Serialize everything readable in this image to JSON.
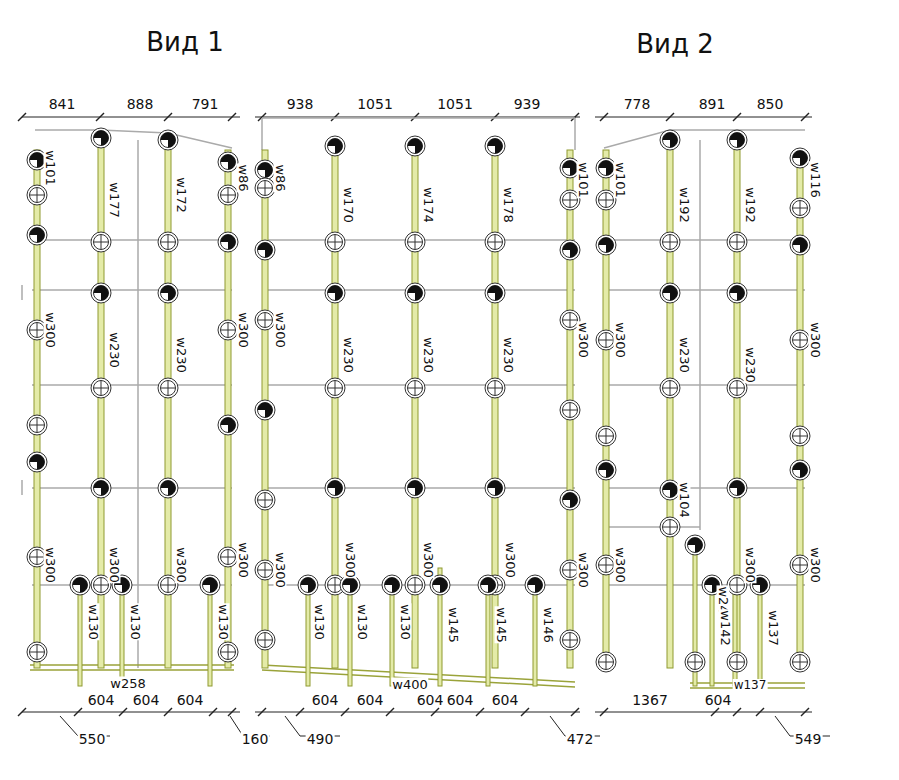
{
  "diagram": {
    "labels": [
      "Вид 1",
      "Вид 2",
      "841",
      "888",
      "791",
      "938",
      "1051",
      "1051",
      "939",
      "778",
      "891",
      "850",
      "w101",
      "w300",
      "w300",
      "w177",
      "w230",
      "w300",
      "w172",
      "w230",
      "w300",
      "w86",
      "w300",
      "w300",
      "w130",
      "w130",
      "w130",
      "w86",
      "w300",
      "w300",
      "w170",
      "w230",
      "w300",
      "w174",
      "w230",
      "w300",
      "w178",
      "w230",
      "w300",
      "w101",
      "w300",
      "w300",
      "w130",
      "w130",
      "w130",
      "w145",
      "w145",
      "w146",
      "w101",
      "w300",
      "w300",
      "w192",
      "w230",
      "w104",
      "w192",
      "w230",
      "w300",
      "w116",
      "w300",
      "w300",
      "w24",
      "w142",
      "w137",
      "604",
      "604",
      "604",
      "w258",
      "550",
      "160",
      "604",
      "604",
      "604",
      "604",
      "604",
      "w400",
      "490",
      "472",
      "1367",
      "604",
      "w137",
      "549"
    ]
  }
}
